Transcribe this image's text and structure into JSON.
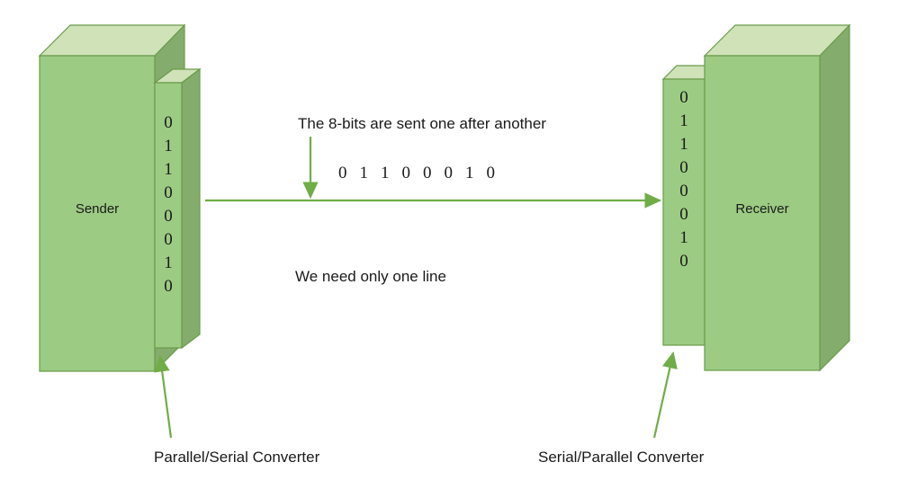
{
  "diagram": {
    "title_note": "The 8-bits are sent one after another",
    "line_note": "We need only one line",
    "serial_stream": [
      "0",
      "1",
      "1",
      "0",
      "0",
      "0",
      "1",
      "0"
    ],
    "colors": {
      "front_face": "#9ccb83",
      "top_face": "#cfe2b8",
      "side_face": "#84ac6c",
      "edge": "#6a9b4a",
      "arrow": "#70ad47",
      "text": "#1a1a1a"
    },
    "sender": {
      "label": "Sender",
      "converter_label": "Parallel/Serial Converter",
      "bits": [
        "0",
        "1",
        "1",
        "0",
        "0",
        "0",
        "1",
        "0"
      ]
    },
    "receiver": {
      "label": "Receiver",
      "converter_label": "Serial/Parallel Converter",
      "bits": [
        "0",
        "1",
        "1",
        "0",
        "0",
        "0",
        "1",
        "0"
      ]
    },
    "arrows": {
      "transmission_line": "horizontal-arrow-sender-to-receiver",
      "pointer_down": "down-arrow-to-line",
      "sender_converter_pointer": "up-arrow-to-sender-converter",
      "receiver_converter_pointer": "up-arrow-to-receiver-converter"
    }
  }
}
